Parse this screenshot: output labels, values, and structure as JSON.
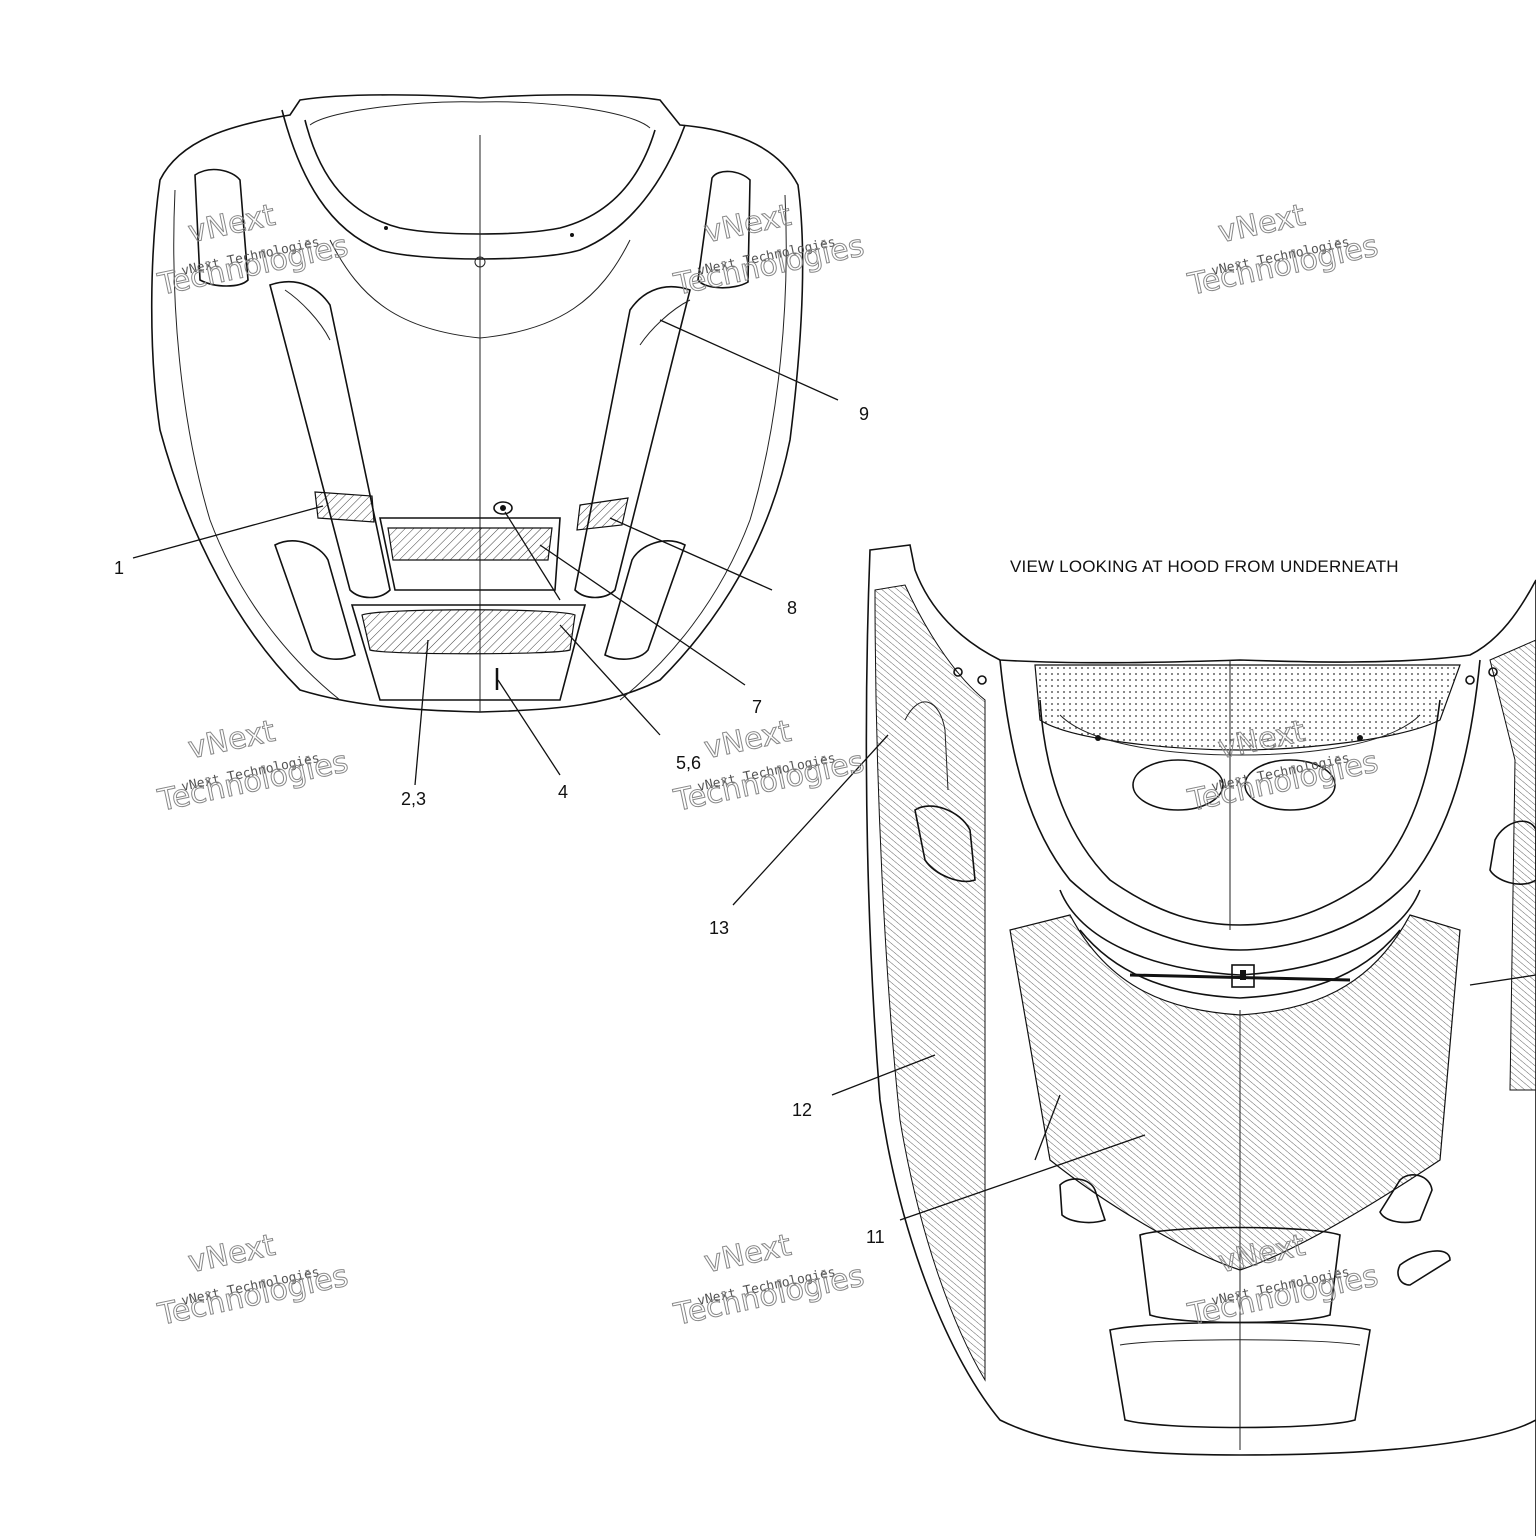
{
  "view_title": "VIEW LOOKING AT HOOD FROM UNDERNEATH",
  "callouts": {
    "c1": "1",
    "c23": "2,3",
    "c4": "4",
    "c56": "5,6",
    "c7": "7",
    "c8": "8",
    "c9": "9",
    "c11": "11",
    "c12": "12",
    "c13": "13"
  },
  "watermark": {
    "word1": "vNext",
    "line": "vNext Technologies",
    "word2": "Technologies"
  }
}
